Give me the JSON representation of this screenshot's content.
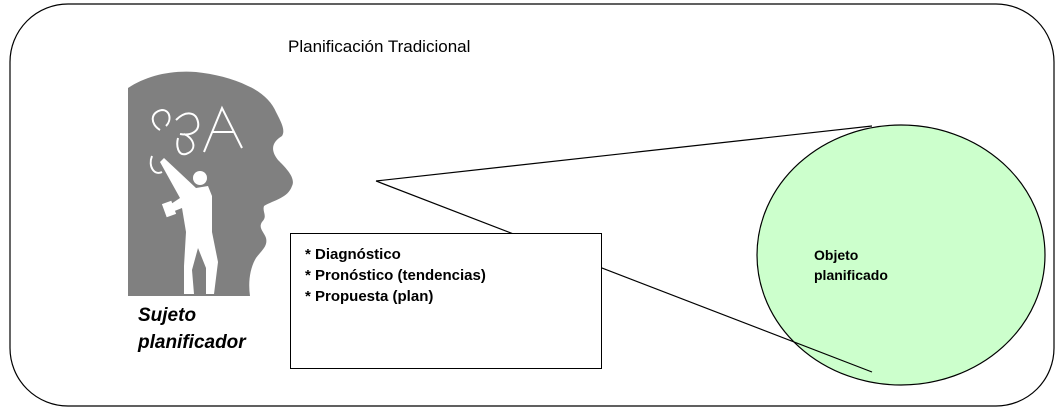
{
  "diagram": {
    "title": "Planificación Tradicional",
    "subject": {
      "label_line1": "Sujeto",
      "label_line2": "planificador",
      "icon": "head-silhouette-with-figure-writing-ABC"
    },
    "steps": [
      "* Diagnóstico",
      "* Pronóstico (tendencias)",
      "* Propuesta (plan)"
    ],
    "object": {
      "label_line1": "Objeto",
      "label_line2": "planificado",
      "fill_color": "#ccffcc"
    },
    "colors": {
      "head": "#808080",
      "figure": "#ffffff",
      "outline": "#000000"
    }
  }
}
